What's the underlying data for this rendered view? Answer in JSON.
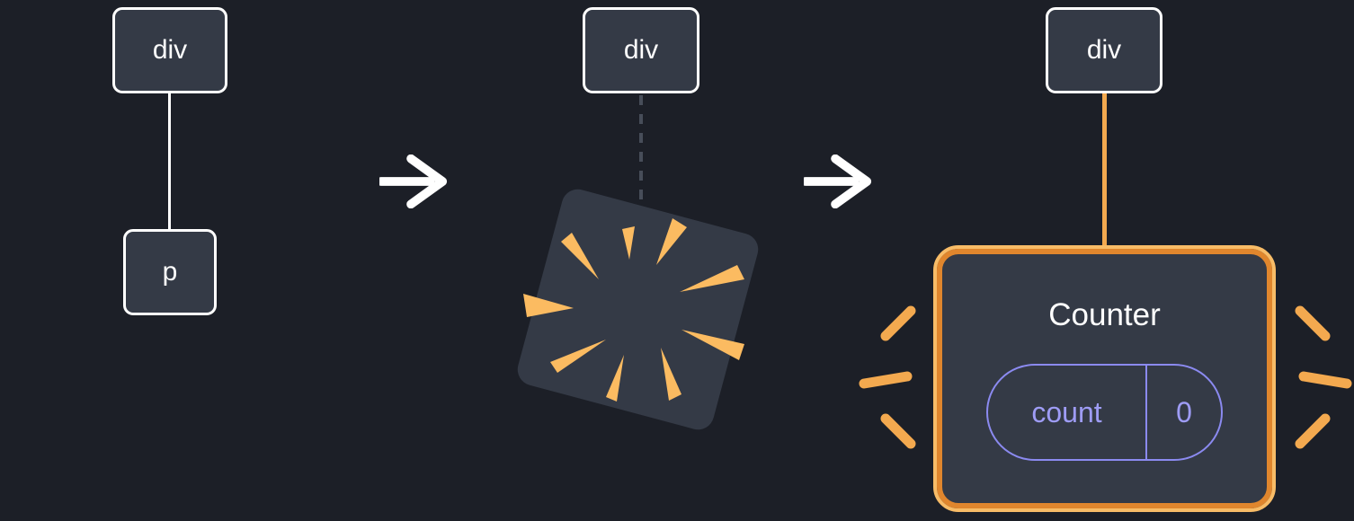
{
  "stages": {
    "before": {
      "parent": "div",
      "child": "p"
    },
    "during": {
      "parent": "div"
    },
    "after": {
      "parent": "div",
      "component": {
        "title": "Counter",
        "state_key": "count",
        "state_value": "0"
      }
    }
  },
  "icons": [
    "arrow-right-icon",
    "explosion-spark-icon",
    "emphasis-spark-icon"
  ],
  "colors": {
    "background": "#1c1f27",
    "node_fill": "#343a46",
    "node_border": "#ffffff",
    "node_text": "#ffffff",
    "arrow": "#ffffff",
    "dashed_edge": "#474d59",
    "orange_edge": "#f3a94f",
    "component_border": "#e0862d",
    "component_border_glow": "#f8bc67",
    "spark": "#fbbb61",
    "state_accent": "#8b8af0",
    "state_text": "#9e9cf5"
  }
}
